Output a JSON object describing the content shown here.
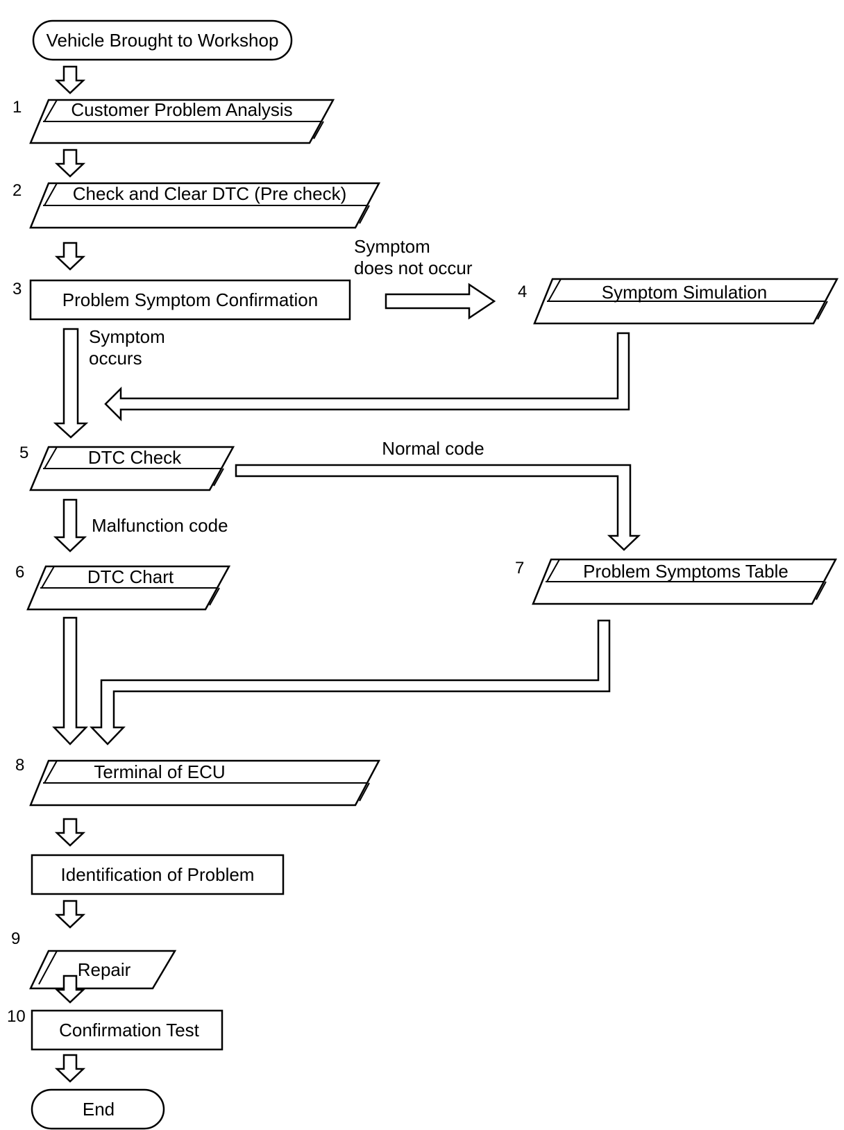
{
  "start": "Vehicle Brought to Workshop",
  "steps": [
    {
      "num": "1",
      "label": "Customer Problem Analysis"
    },
    {
      "num": "2",
      "label": "Check and Clear DTC (Pre check)"
    },
    {
      "num": "3",
      "label": "Problem Symptom Confirmation"
    },
    {
      "num": "4",
      "label": "Symptom Simulation"
    },
    {
      "num": "5",
      "label": "DTC Check"
    },
    {
      "num": "6",
      "label": "DTC Chart"
    },
    {
      "num": "7",
      "label": "Problem Symptoms Table"
    },
    {
      "num": "8",
      "label": "Terminal of ECU"
    },
    {
      "num": "",
      "label": "Identification of Problem"
    },
    {
      "num": "9",
      "label": "Repair"
    },
    {
      "num": "10",
      "label": "Confirmation Test"
    }
  ],
  "end": "End",
  "edge_labels": {
    "symptom_not_occur_1": "Symptom",
    "symptom_not_occur_2": "does not occur",
    "symptom_occurs_1": "Symptom",
    "symptom_occurs_2": "occurs",
    "normal_code": "Normal code",
    "malfunction_code": "Malfunction code"
  }
}
